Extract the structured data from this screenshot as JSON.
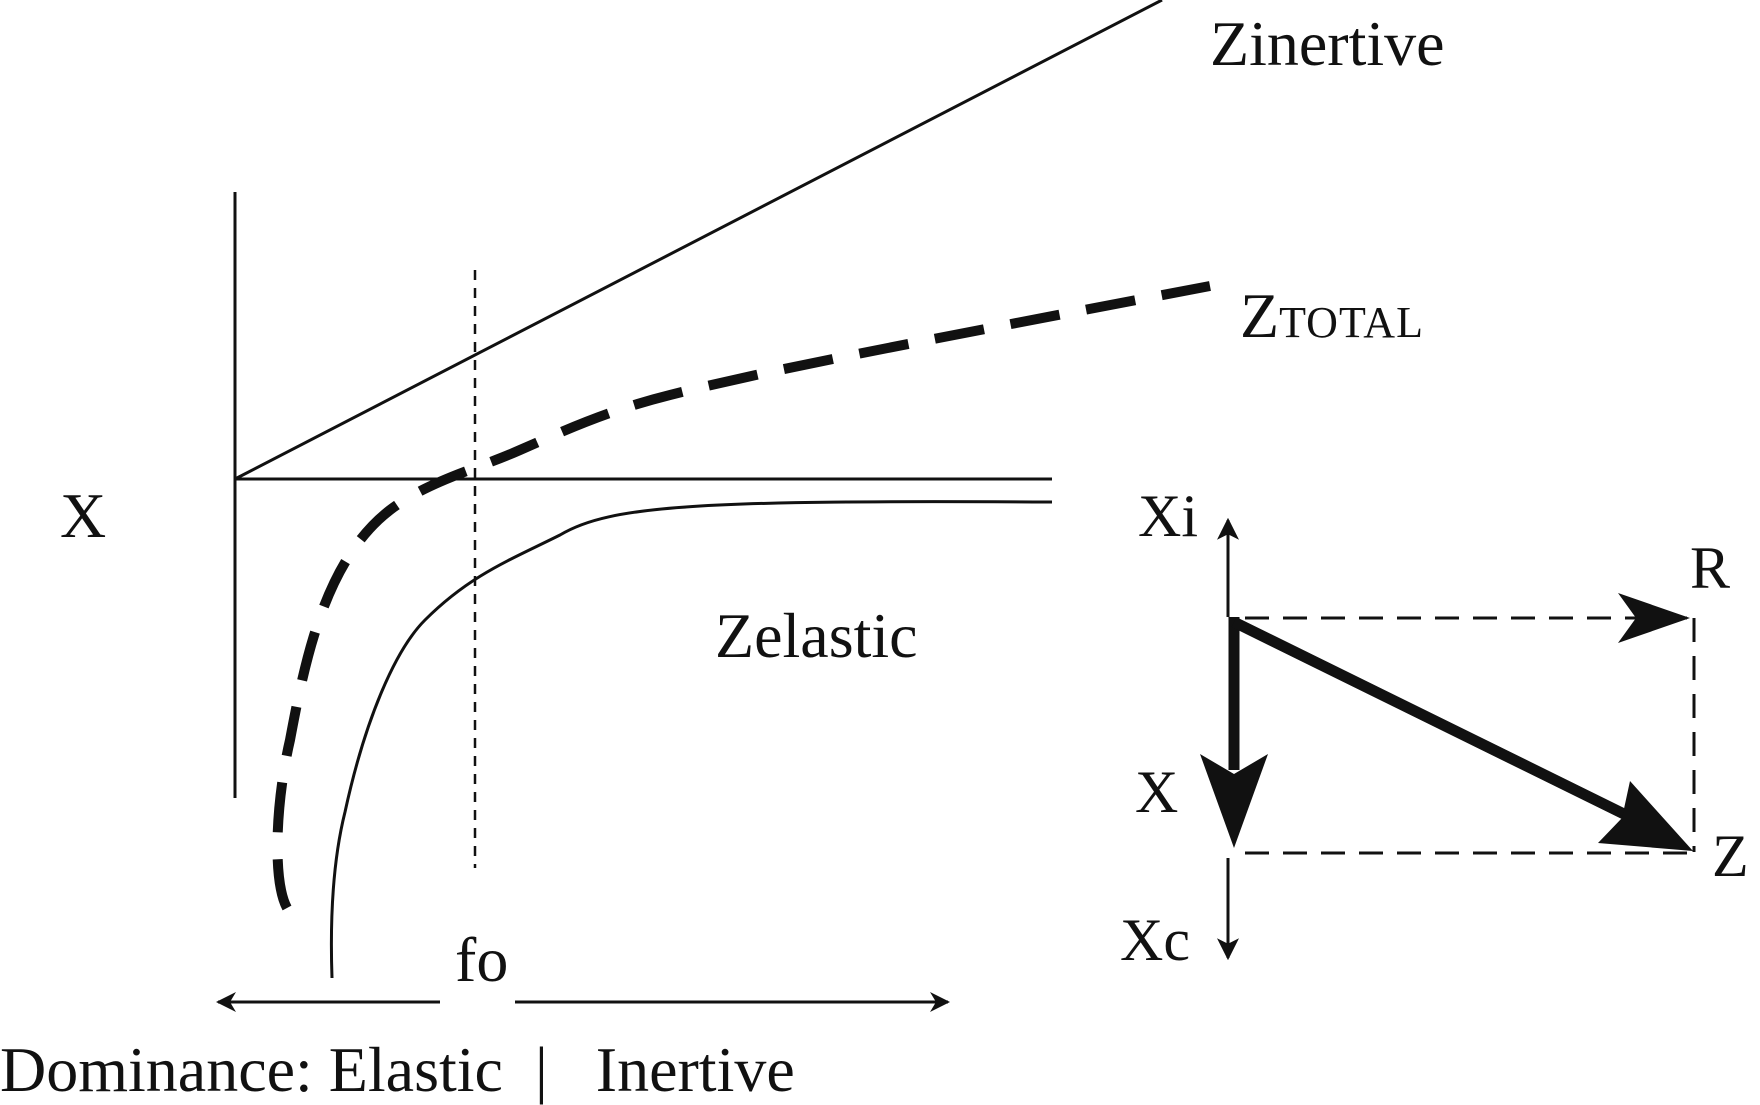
{
  "labels": {
    "z_inertive": "Zinertive",
    "z_total_prefix": "Z",
    "z_total_sub": "TOTAL",
    "x_left": "X",
    "z_elastic": "Zelastic",
    "f_o": "fo",
    "dominance": "Dominance: Elastic  |   Inertive"
  },
  "vector": {
    "xi": "Xi",
    "r": "R",
    "x": "X",
    "z": "Z",
    "xc": "Xc"
  },
  "colors": {
    "ink": "#111111",
    "background": "#ffffff"
  }
}
